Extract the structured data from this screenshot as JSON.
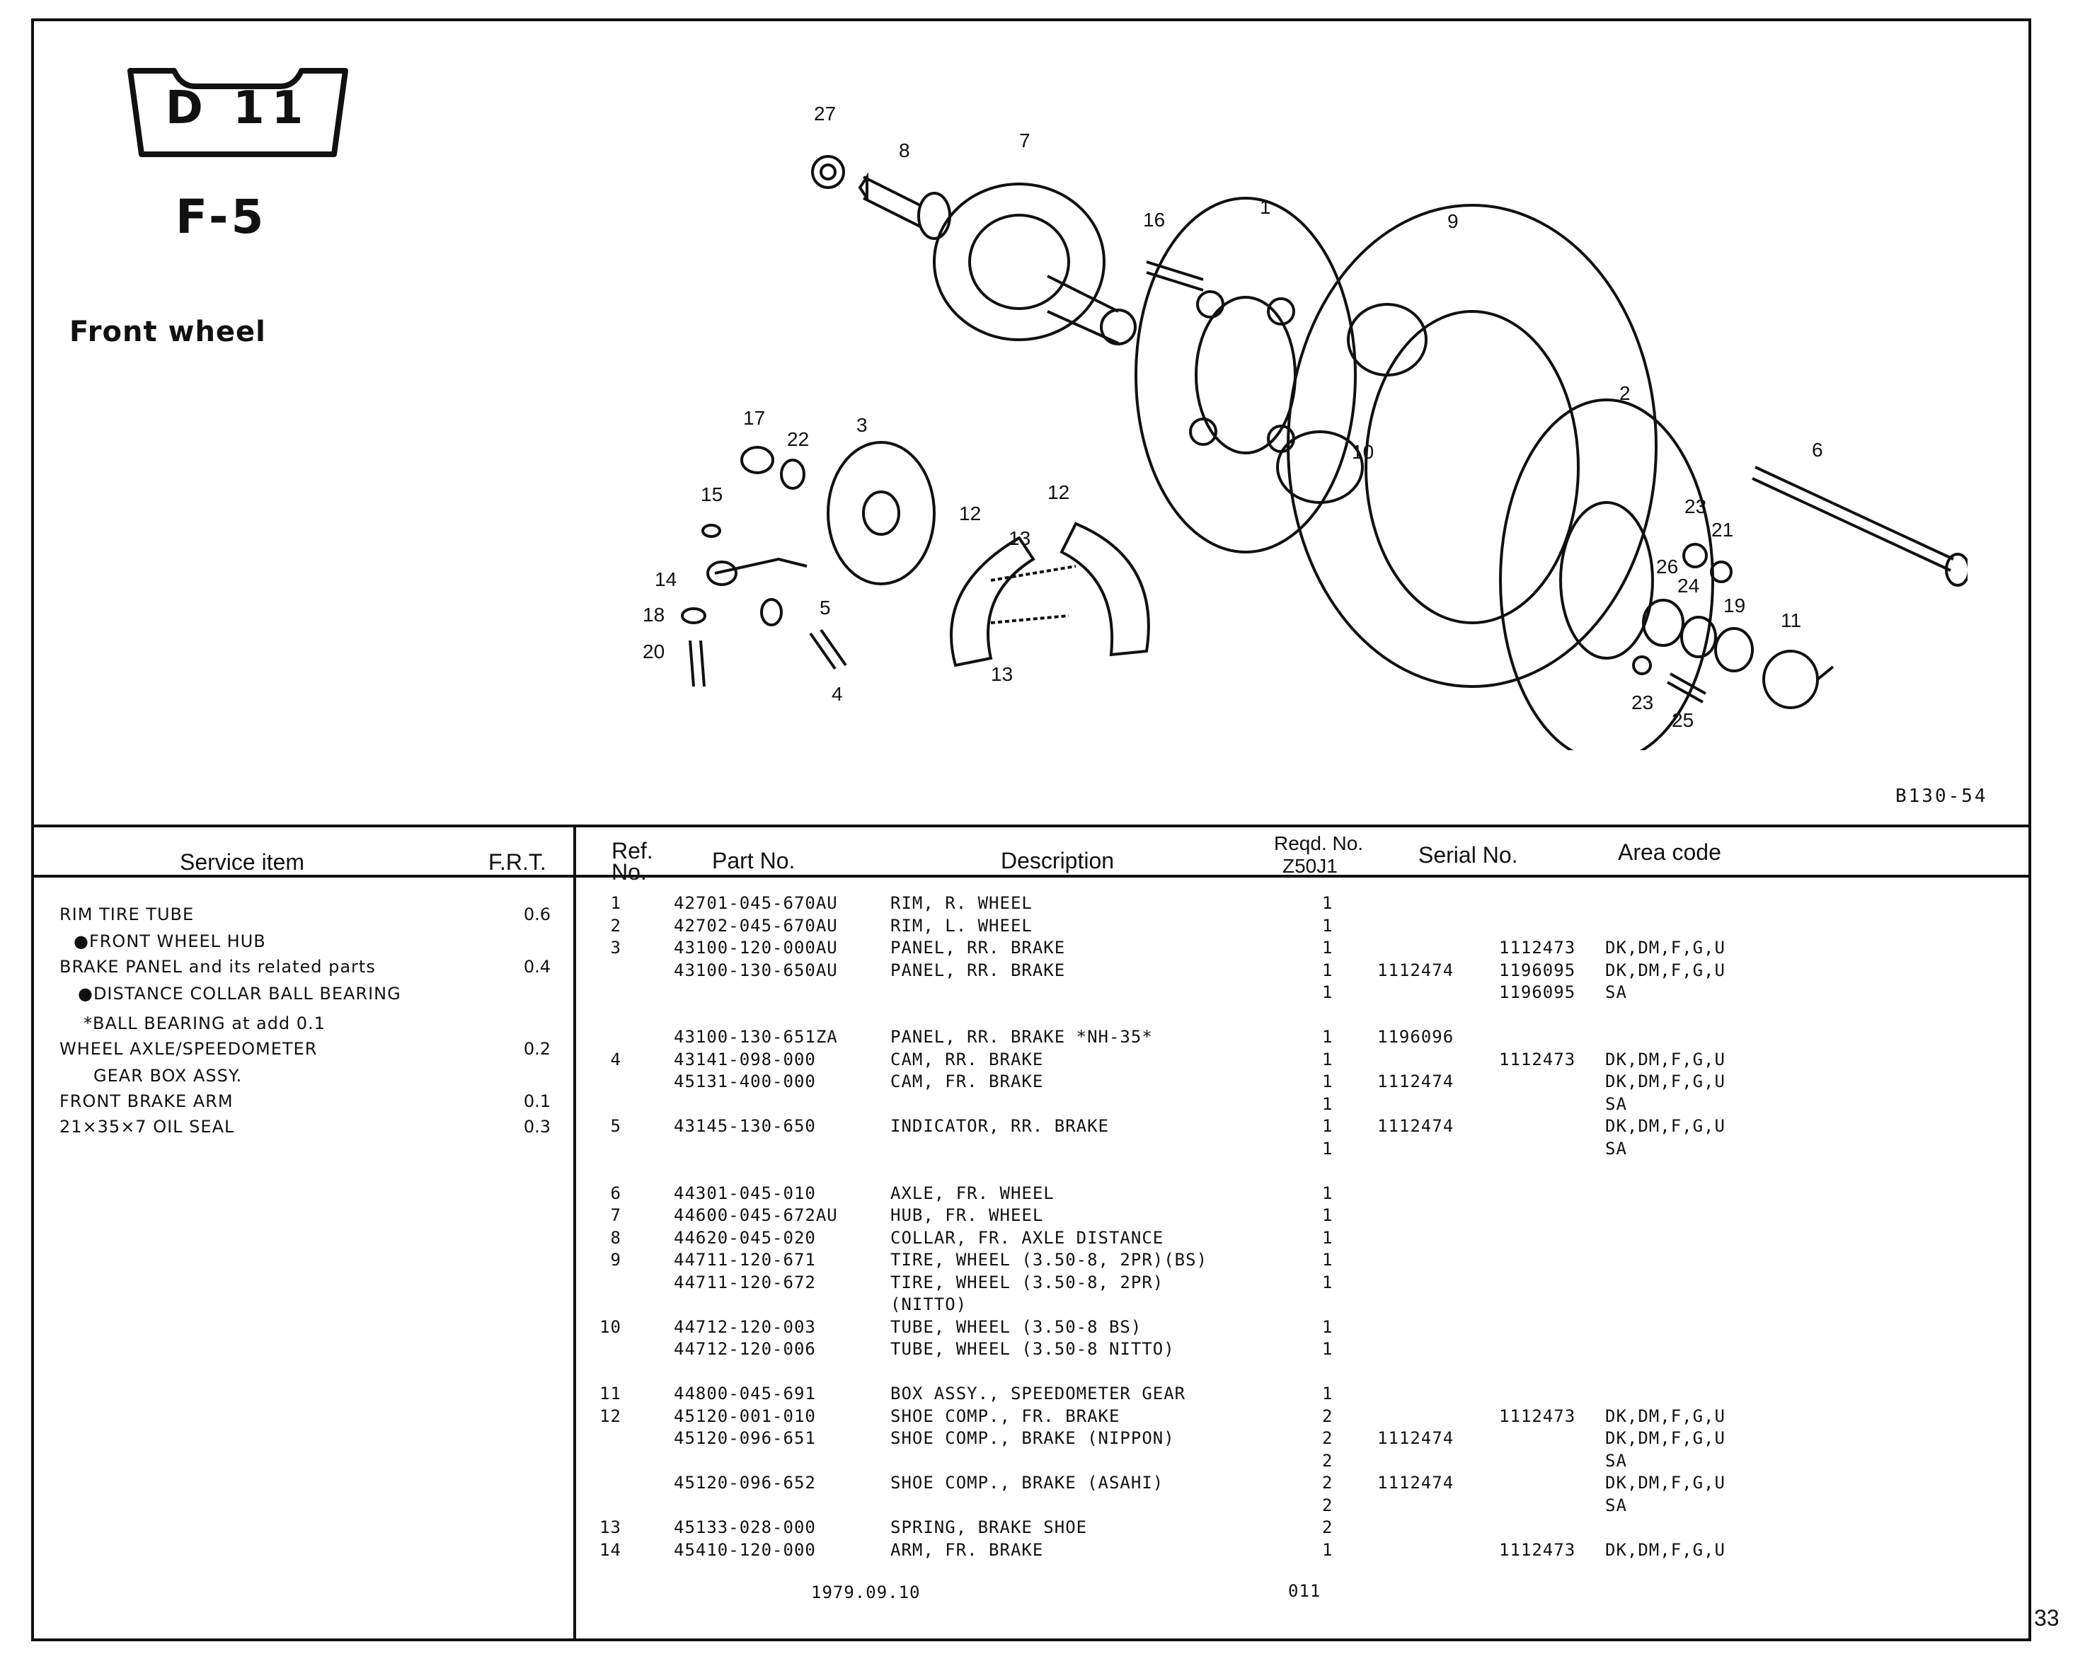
{
  "header": {
    "badge": "D 11",
    "code": "F-5",
    "title": "Front wheel",
    "figure_ref": "B130-54"
  },
  "callouts": [
    "27",
    "8",
    "7",
    "16",
    "1",
    "9",
    "17",
    "22",
    "3",
    "15",
    "14",
    "18",
    "20",
    "5",
    "4",
    "12",
    "13",
    "12",
    "13",
    "10",
    "2",
    "6",
    "23",
    "21",
    "26",
    "24",
    "19",
    "11",
    "23",
    "25"
  ],
  "service": {
    "col_item": "Service item",
    "col_frt": "F.R.T.",
    "rows": [
      {
        "item": "RIM TIRE TUBE",
        "frt": "0.6"
      },
      {
        "item": "●FRONT WHEEL HUB",
        "frt": ""
      },
      {
        "item": "BRAKE PANEL and its related parts",
        "frt": "0.4"
      },
      {
        "item": "●DISTANCE COLLAR BALL BEARING",
        "frt": ""
      },
      {
        "item": "*BALL BEARING at add 0.1",
        "frt": ""
      },
      {
        "item": "WHEEL AXLE/SPEEDOMETER",
        "frt": "0.2"
      },
      {
        "item": "GEAR BOX ASSY.",
        "frt": ""
      },
      {
        "item": "FRONT BRAKE ARM",
        "frt": "0.1"
      },
      {
        "item": "21×35×7 OIL SEAL",
        "frt": "0.3"
      }
    ]
  },
  "parts": {
    "col_ref1": "Ref.",
    "col_ref2": "No.",
    "col_part": "Part No.",
    "col_desc": "Description",
    "col_reqd1": "Reqd. No.",
    "col_reqd2": "Z50J1",
    "col_serial": "Serial No.",
    "col_area": "Area code",
    "rows": [
      {
        "ref": "1",
        "part": "42701-045-670AU",
        "desc": "RIM, R. WHEEL",
        "qty": "1",
        "s1": "",
        "s2": "",
        "area": ""
      },
      {
        "ref": "2",
        "part": "42702-045-670AU",
        "desc": "RIM, L. WHEEL",
        "qty": "1",
        "s1": "",
        "s2": "",
        "area": ""
      },
      {
        "ref": "3",
        "part": "43100-120-000AU",
        "desc": "PANEL, RR. BRAKE",
        "qty": "1",
        "s1": "",
        "s2": "1112473",
        "area": "DK,DM,F,G,U"
      },
      {
        "ref": "",
        "part": "43100-130-650AU",
        "desc": "PANEL, RR. BRAKE",
        "qty": "1",
        "s1": "1112474",
        "s2": "1196095",
        "area": "DK,DM,F,G,U"
      },
      {
        "ref": "",
        "part": "",
        "desc": "",
        "qty": "1",
        "s1": "",
        "s2": "1196095",
        "area": "SA"
      },
      {
        "ref": "",
        "part": "",
        "desc": "",
        "qty": "",
        "s1": "",
        "s2": "",
        "area": ""
      },
      {
        "ref": "",
        "part": "43100-130-651ZA",
        "desc": "PANEL, RR. BRAKE *NH-35*",
        "qty": "1",
        "s1": "1196096",
        "s2": "",
        "area": ""
      },
      {
        "ref": "4",
        "part": "43141-098-000",
        "desc": "CAM, RR. BRAKE",
        "qty": "1",
        "s1": "",
        "s2": "1112473",
        "area": "DK,DM,F,G,U"
      },
      {
        "ref": "",
        "part": "45131-400-000",
        "desc": "CAM, FR. BRAKE",
        "qty": "1",
        "s1": "1112474",
        "s2": "",
        "area": "DK,DM,F,G,U"
      },
      {
        "ref": "",
        "part": "",
        "desc": "",
        "qty": "1",
        "s1": "",
        "s2": "",
        "area": "SA"
      },
      {
        "ref": "5",
        "part": "43145-130-650",
        "desc": "INDICATOR, RR. BRAKE",
        "qty": "1",
        "s1": "1112474",
        "s2": "",
        "area": "DK,DM,F,G,U"
      },
      {
        "ref": "",
        "part": "",
        "desc": "",
        "qty": "1",
        "s1": "",
        "s2": "",
        "area": "SA"
      },
      {
        "ref": "",
        "part": "",
        "desc": "",
        "qty": "",
        "s1": "",
        "s2": "",
        "area": ""
      },
      {
        "ref": "6",
        "part": "44301-045-010",
        "desc": "AXLE, FR. WHEEL",
        "qty": "1",
        "s1": "",
        "s2": "",
        "area": ""
      },
      {
        "ref": "7",
        "part": "44600-045-672AU",
        "desc": "HUB, FR. WHEEL",
        "qty": "1",
        "s1": "",
        "s2": "",
        "area": ""
      },
      {
        "ref": "8",
        "part": "44620-045-020",
        "desc": "COLLAR, FR. AXLE DISTANCE",
        "qty": "1",
        "s1": "",
        "s2": "",
        "area": ""
      },
      {
        "ref": "9",
        "part": "44711-120-671",
        "desc": "TIRE, WHEEL (3.50-8, 2PR)(BS)",
        "qty": "1",
        "s1": "",
        "s2": "",
        "area": ""
      },
      {
        "ref": "",
        "part": "44711-120-672",
        "desc": "TIRE, WHEEL (3.50-8, 2PR)",
        "qty": "1",
        "s1": "",
        "s2": "",
        "area": ""
      },
      {
        "ref": "",
        "part": "",
        "desc": "                    (NITTO)",
        "qty": "",
        "s1": "",
        "s2": "",
        "area": ""
      },
      {
        "ref": "10",
        "part": "44712-120-003",
        "desc": "TUBE, WHEEL (3.50-8 BS)",
        "qty": "1",
        "s1": "",
        "s2": "",
        "area": ""
      },
      {
        "ref": "",
        "part": "44712-120-006",
        "desc": "TUBE, WHEEL (3.50-8 NITTO)",
        "qty": "1",
        "s1": "",
        "s2": "",
        "area": ""
      },
      {
        "ref": "",
        "part": "",
        "desc": "",
        "qty": "",
        "s1": "",
        "s2": "",
        "area": ""
      },
      {
        "ref": "11",
        "part": "44800-045-691",
        "desc": "BOX ASSY., SPEEDOMETER GEAR",
        "qty": "1",
        "s1": "",
        "s2": "",
        "area": ""
      },
      {
        "ref": "12",
        "part": "45120-001-010",
        "desc": "SHOE COMP., FR. BRAKE",
        "qty": "2",
        "s1": "",
        "s2": "1112473",
        "area": "DK,DM,F,G,U"
      },
      {
        "ref": "",
        "part": "45120-096-651",
        "desc": "SHOE COMP., BRAKE (NIPPON)",
        "qty": "2",
        "s1": "1112474",
        "s2": "",
        "area": "DK,DM,F,G,U"
      },
      {
        "ref": "",
        "part": "",
        "desc": "",
        "qty": "2",
        "s1": "",
        "s2": "",
        "area": "SA"
      },
      {
        "ref": "",
        "part": "45120-096-652",
        "desc": "SHOE COMP., BRAKE (ASAHI)",
        "qty": "2",
        "s1": "1112474",
        "s2": "",
        "area": "DK,DM,F,G,U"
      },
      {
        "ref": "",
        "part": "",
        "desc": "",
        "qty": "2",
        "s1": "",
        "s2": "",
        "area": "SA"
      },
      {
        "ref": "13",
        "part": "45133-028-000",
        "desc": "SPRING, BRAKE SHOE",
        "qty": "2",
        "s1": "",
        "s2": "",
        "area": ""
      },
      {
        "ref": "14",
        "part": "45410-120-000",
        "desc": "ARM, FR. BRAKE",
        "qty": "1",
        "s1": "",
        "s2": "1112473",
        "area": "DK,DM,F,G,U"
      }
    ]
  },
  "footer": {
    "date": "1979.09.10",
    "code": "011",
    "page": "33"
  }
}
